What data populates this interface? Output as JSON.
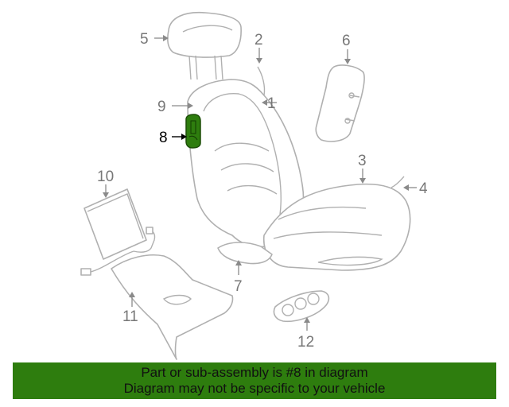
{
  "diagram": {
    "callouts": [
      {
        "id": "1",
        "label": "1"
      },
      {
        "id": "2",
        "label": "2"
      },
      {
        "id": "3",
        "label": "3"
      },
      {
        "id": "4",
        "label": "4"
      },
      {
        "id": "5",
        "label": "5"
      },
      {
        "id": "6",
        "label": "6"
      },
      {
        "id": "7",
        "label": "7"
      },
      {
        "id": "8",
        "label": "8"
      },
      {
        "id": "9",
        "label": "9"
      },
      {
        "id": "10",
        "label": "10"
      },
      {
        "id": "11",
        "label": "11"
      },
      {
        "id": "12",
        "label": "12"
      }
    ],
    "highlighted_part": "8",
    "colors": {
      "highlight": "#2e7d0e",
      "line_art": "#b0b0b0",
      "callout_text": "#777777"
    }
  },
  "banner": {
    "line1": "Part or sub-assembly is #8 in diagram",
    "line2": "Diagram may not be specific to your vehicle",
    "background": "#2e7d0e"
  }
}
